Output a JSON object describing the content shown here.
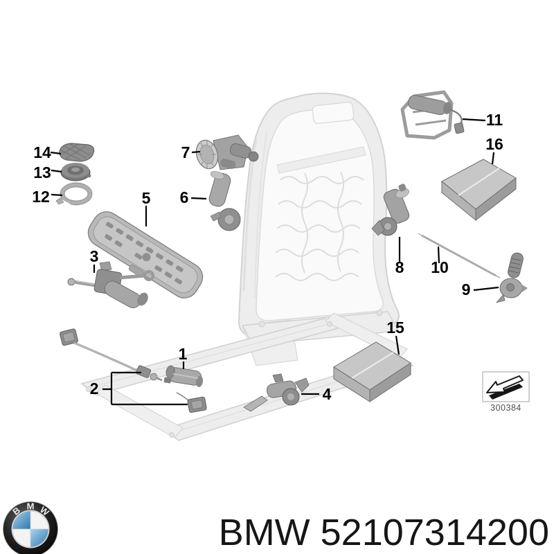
{
  "diagram": {
    "part_labels": [
      "1",
      "2",
      "3",
      "4",
      "5",
      "6",
      "7",
      "8",
      "9",
      "10",
      "11",
      "12",
      "13",
      "14",
      "15",
      "16"
    ],
    "catalog_code": "300384"
  },
  "footer": {
    "brand": "BMW",
    "part_number": "52107314200",
    "logo_letters": [
      "B",
      "M",
      "W"
    ]
  },
  "icons": {
    "logo": "bmw-roundel-logo",
    "stamp": "assembly-direction-arrow-icon"
  },
  "colors": {
    "background": "#ffffff",
    "label_text": "#000000",
    "frame_watermark": "#ededed",
    "part_gray": "#a8a8a8",
    "bmw_blue": "#3d87c0",
    "logo_ring": "#161616"
  }
}
